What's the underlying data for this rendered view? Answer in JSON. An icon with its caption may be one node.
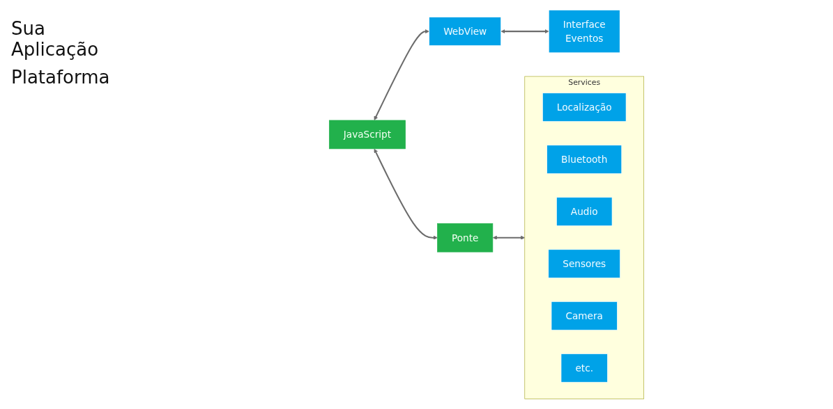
{
  "diagram": {
    "nodes": [
      {
        "text": [
          "JavaScript"
        ]
      },
      {
        "text": [
          "Ponte"
        ]
      },
      {
        "text": [
          "WebView"
        ]
      },
      {
        "text": [
          "Interface",
          "Eventos"
        ]
      },
      {
        "text": [
          "Services"
        ]
      },
      {
        "text": [
          "Localização"
        ],
        "in": 4
      },
      {
        "text": [
          "Bluetooth"
        ],
        "in": 4
      },
      {
        "text": [
          "Audio"
        ],
        "in": 4
      },
      {
        "text": [
          "Sensores"
        ],
        "in": 4
      },
      {
        "text": [
          "Camera"
        ],
        "in": 4
      },
      {
        "text": [
          "etc."
        ],
        "in": 4
      }
    ],
    "edges": [
      {
        "from": 0,
        "to": 2,
        "arrow": "both"
      },
      {
        "from": 2,
        "to": 3,
        "arrow": "both"
      },
      {
        "from": 0,
        "to": 1,
        "arrow": "both"
      },
      {
        "from": 1,
        "to": 4,
        "arrow": "both"
      }
    ],
    "labels": [
      "Sua Aplicação",
      "Plataforma"
    ]
  }
}
